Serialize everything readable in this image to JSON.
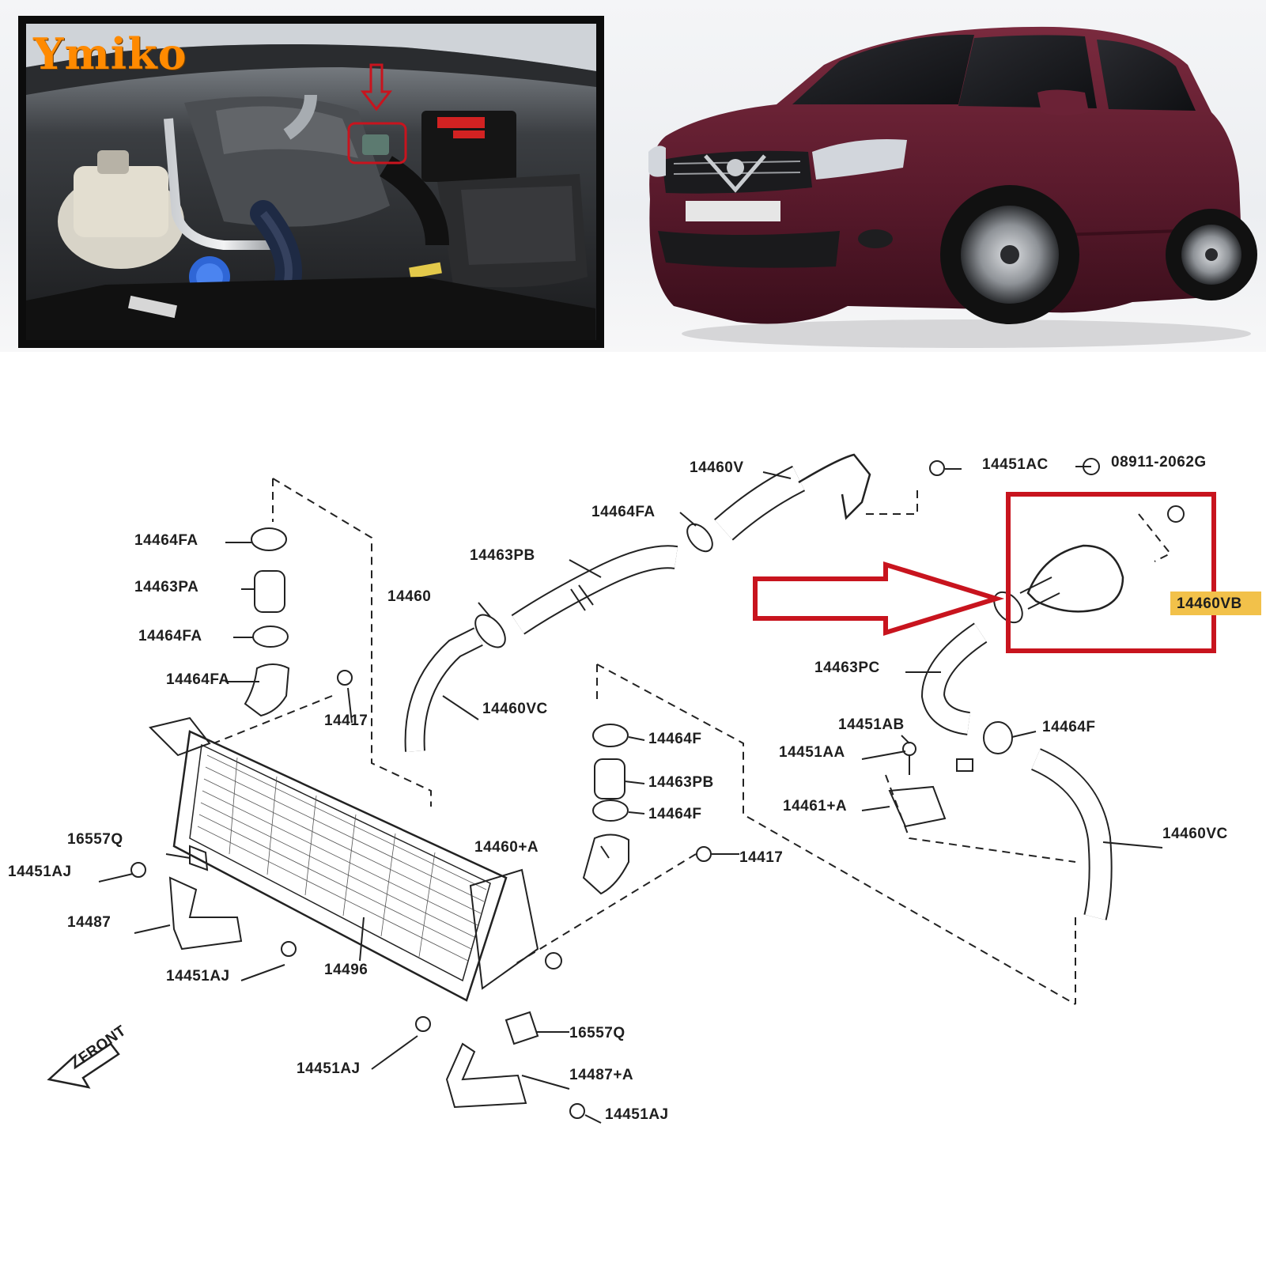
{
  "brand": {
    "logo_text": "Ymiko"
  },
  "colors": {
    "logo": "#ff8a00",
    "highlight": "#c8141e",
    "car_body": "#5a1a2c",
    "part_tag": "#f2c14a"
  },
  "icons": {
    "location_arrow": "arrow-down-icon",
    "pointer_arrow": "arrow-right-outline-icon",
    "front_arrow": "arrow-front-icon"
  },
  "diagram": {
    "front_label": "FRONT",
    "labels": [
      "14460V",
      "14451AC",
      "08911-2062G",
      "14464FA",
      "14463PB",
      "14464FA",
      "14463PA",
      "14464FA",
      "14464FA",
      "14460",
      "14417",
      "14460VC",
      "14460VB",
      "14463PC",
      "14464F",
      "14451AB",
      "14451AA",
      "14461+A",
      "14460VC",
      "14464F",
      "14463PB",
      "14464F",
      "14460+A",
      "14417",
      "16557Q",
      "14451AJ",
      "14487",
      "14451AJ",
      "14496",
      "16557Q",
      "14451AJ",
      "14487+A",
      "14451AJ"
    ]
  }
}
